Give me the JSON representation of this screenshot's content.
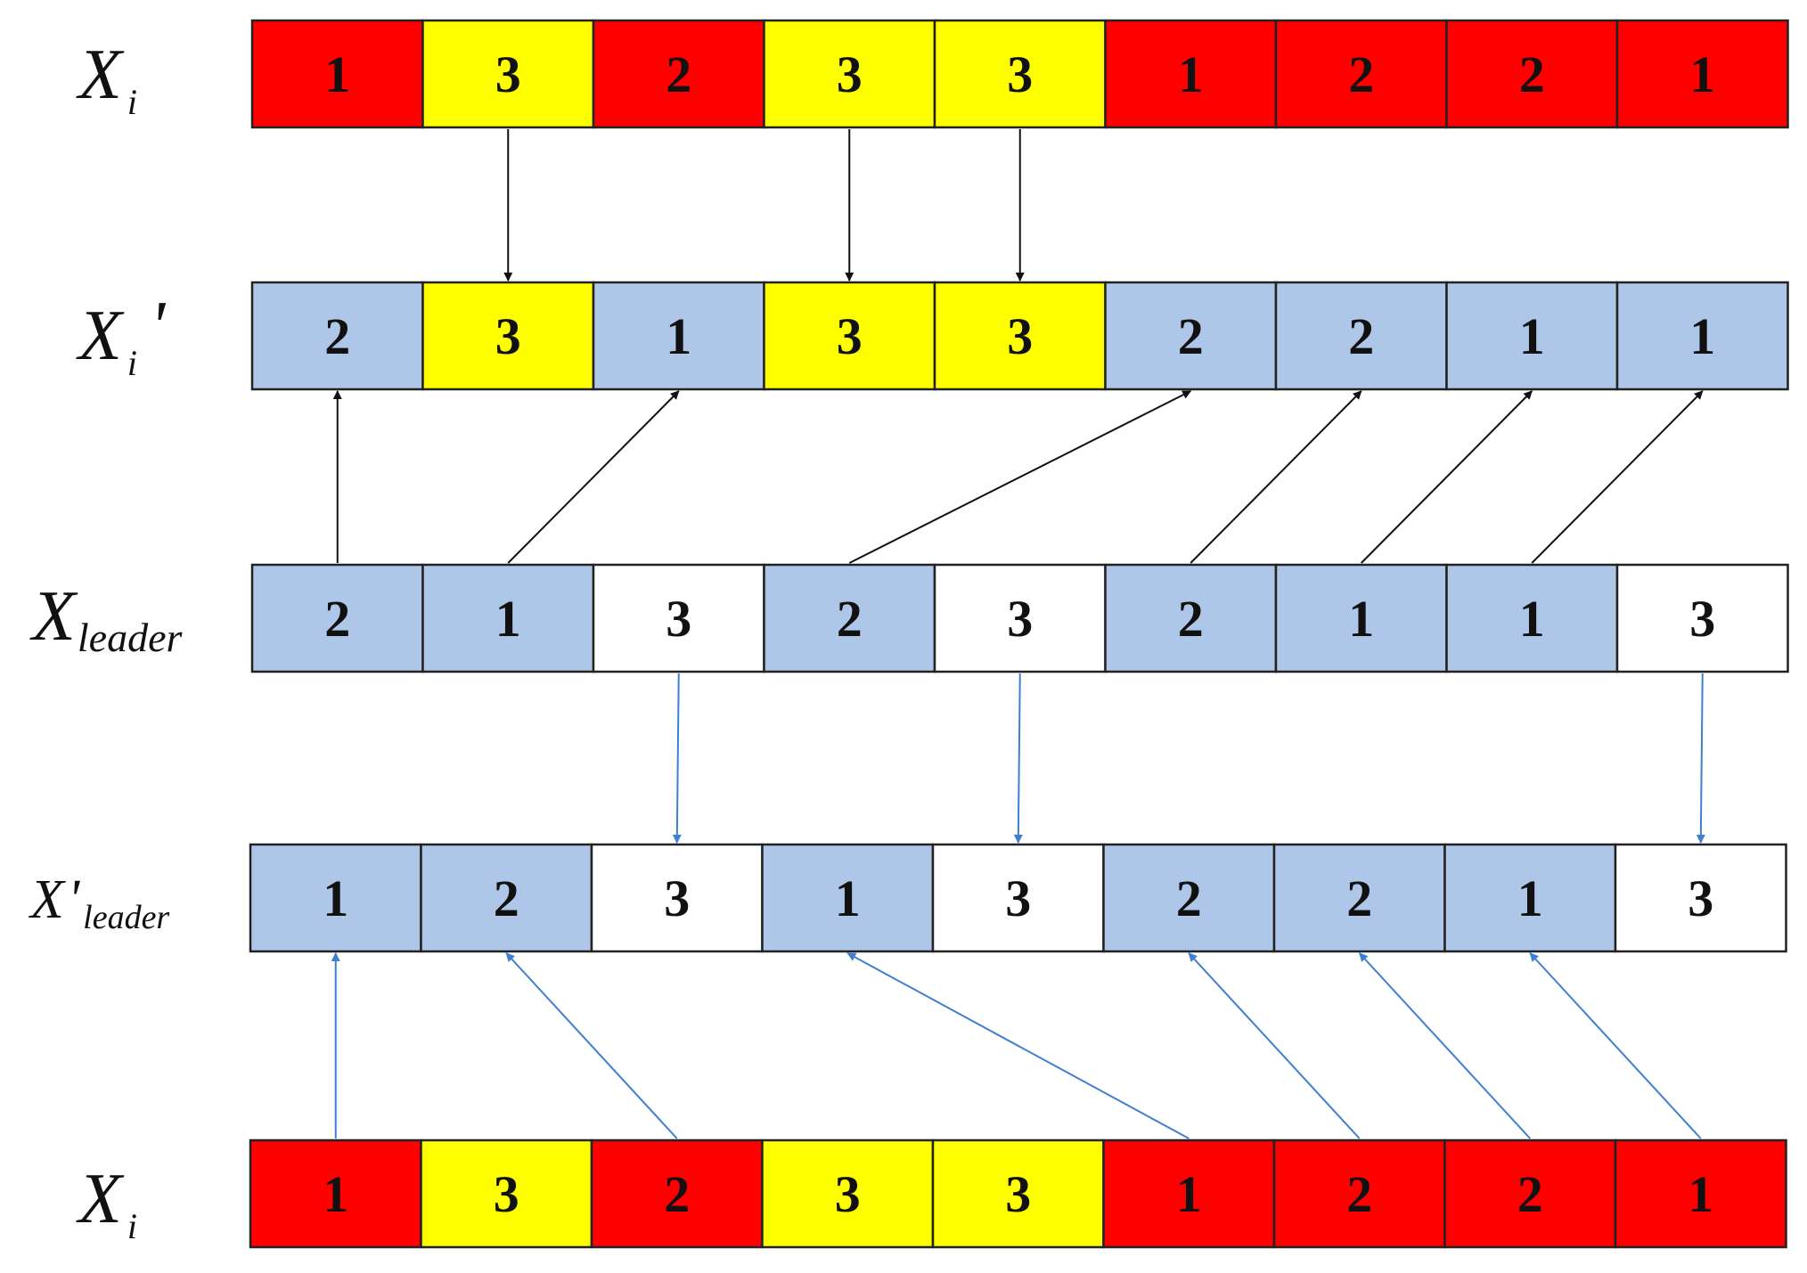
{
  "colors": {
    "red": "#ff0000",
    "yellow": "#ffff00",
    "blue": "#aec7e8",
    "white": "#ffffff",
    "black_arrow": "#111111",
    "blue_arrow": "#3f7fcf"
  },
  "rows": [
    {
      "id": "xi-top",
      "label": {
        "main": "X",
        "sub": "i",
        "prime": ""
      },
      "values": [
        "1",
        "3",
        "2",
        "3",
        "3",
        "1",
        "2",
        "2",
        "1"
      ],
      "fills": [
        "red",
        "yellow",
        "red",
        "yellow",
        "yellow",
        "red",
        "red",
        "red",
        "red"
      ]
    },
    {
      "id": "xi-prime",
      "label": {
        "main": "X",
        "sub": "i",
        "prime": "'"
      },
      "values": [
        "2",
        "3",
        "1",
        "3",
        "3",
        "2",
        "2",
        "1",
        "1"
      ],
      "fills": [
        "blue",
        "yellow",
        "blue",
        "yellow",
        "yellow",
        "blue",
        "blue",
        "blue",
        "blue"
      ]
    },
    {
      "id": "x-leader",
      "label": {
        "main": "X",
        "sub": "leader",
        "prime": ""
      },
      "values": [
        "2",
        "1",
        "3",
        "2",
        "3",
        "2",
        "1",
        "1",
        "3"
      ],
      "fills": [
        "blue",
        "blue",
        "white",
        "blue",
        "white",
        "blue",
        "blue",
        "blue",
        "white"
      ]
    },
    {
      "id": "x-leader-prime",
      "label": {
        "main": "X",
        "sub": "leader",
        "prime": "'"
      },
      "values": [
        "1",
        "2",
        "3",
        "1",
        "3",
        "2",
        "2",
        "1",
        "3"
      ],
      "fills": [
        "blue",
        "blue",
        "white",
        "blue",
        "white",
        "blue",
        "blue",
        "blue",
        "white"
      ]
    },
    {
      "id": "xi-bottom",
      "label": {
        "main": "X",
        "sub": "i",
        "prime": ""
      },
      "values": [
        "1",
        "3",
        "2",
        "3",
        "3",
        "1",
        "2",
        "2",
        "1"
      ],
      "fills": [
        "red",
        "yellow",
        "red",
        "yellow",
        "yellow",
        "red",
        "red",
        "red",
        "red"
      ]
    }
  ],
  "arrows": [
    {
      "from_row": 0,
      "from_col": 1,
      "to_row": 1,
      "to_col": 1,
      "color": "black_arrow"
    },
    {
      "from_row": 0,
      "from_col": 3,
      "to_row": 1,
      "to_col": 3,
      "color": "black_arrow"
    },
    {
      "from_row": 0,
      "from_col": 4,
      "to_row": 1,
      "to_col": 4,
      "color": "black_arrow"
    },
    {
      "from_row": 2,
      "from_col": 0,
      "to_row": 1,
      "to_col": 0,
      "color": "black_arrow"
    },
    {
      "from_row": 2,
      "from_col": 1,
      "to_row": 1,
      "to_col": 2,
      "color": "black_arrow"
    },
    {
      "from_row": 2,
      "from_col": 3,
      "to_row": 1,
      "to_col": 5,
      "color": "black_arrow"
    },
    {
      "from_row": 2,
      "from_col": 5,
      "to_row": 1,
      "to_col": 6,
      "color": "black_arrow"
    },
    {
      "from_row": 2,
      "from_col": 6,
      "to_row": 1,
      "to_col": 7,
      "color": "black_arrow"
    },
    {
      "from_row": 2,
      "from_col": 7,
      "to_row": 1,
      "to_col": 8,
      "color": "black_arrow"
    },
    {
      "from_row": 2,
      "from_col": 2,
      "to_row": 3,
      "to_col": 2,
      "color": "blue_arrow"
    },
    {
      "from_row": 2,
      "from_col": 4,
      "to_row": 3,
      "to_col": 4,
      "color": "blue_arrow"
    },
    {
      "from_row": 2,
      "from_col": 8,
      "to_row": 3,
      "to_col": 8,
      "color": "blue_arrow"
    },
    {
      "from_row": 4,
      "from_col": 0,
      "to_row": 3,
      "to_col": 0,
      "color": "blue_arrow"
    },
    {
      "from_row": 4,
      "from_col": 2,
      "to_row": 3,
      "to_col": 1,
      "color": "blue_arrow"
    },
    {
      "from_row": 4,
      "from_col": 5,
      "to_row": 3,
      "to_col": 3,
      "color": "blue_arrow"
    },
    {
      "from_row": 4,
      "from_col": 6,
      "to_row": 3,
      "to_col": 5,
      "color": "blue_arrow"
    },
    {
      "from_row": 4,
      "from_col": 7,
      "to_row": 3,
      "to_col": 6,
      "color": "blue_arrow"
    },
    {
      "from_row": 4,
      "from_col": 8,
      "to_row": 3,
      "to_col": 7,
      "color": "blue_arrow"
    }
  ]
}
